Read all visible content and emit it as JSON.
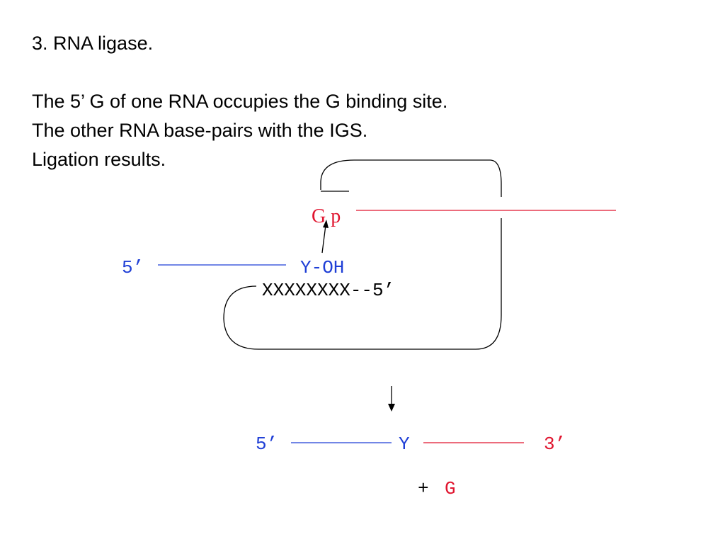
{
  "slide": {
    "heading": "3.  RNA ligase.",
    "lines": [
      "The 5’ G of one RNA occupies the G binding site.",
      "The other RNA base-pairs with the IGS.",
      "Ligation results."
    ]
  },
  "diagram": {
    "gp_label": "G p",
    "top_five_prime": "5’",
    "y_oh": "Y-OH",
    "igs": "XXXXXXXX--5’",
    "product": {
      "five_prime": "5’",
      "y": "Y",
      "three_prime": "3’"
    },
    "byproduct": {
      "plus": "+",
      "g": "G"
    }
  },
  "colors": {
    "text": "#000000",
    "blue_strand": "#1f3fd6",
    "red_strand": "#e0152f"
  }
}
